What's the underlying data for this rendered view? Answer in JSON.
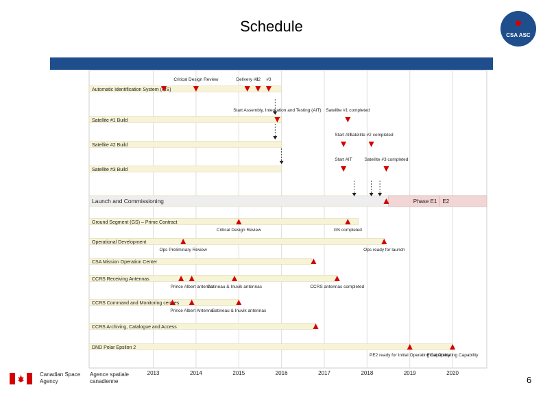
{
  "slide": {
    "title": "Schedule",
    "page_number": "6",
    "agency_en": "Canadian Space Agency",
    "agency_fr": "Agence spatiale canadienne",
    "logo_text": "CSA ASC",
    "colors": {
      "band": "#1f4e8c",
      "bar": "#f7f3d6",
      "bar_highlight": "#eeeeee",
      "phase_e": "#f2d6d6",
      "milestone": "#d40000",
      "arrow": "#222222"
    }
  },
  "chart_data": {
    "type": "gantt",
    "title": "",
    "x_axis": {
      "ticks": [
        "2013",
        "2014",
        "2015",
        "2016",
        "2017",
        "2018",
        "2019",
        "2020"
      ],
      "range": [
        2013.0,
        2020.8
      ]
    },
    "rows": [
      {
        "label": "Automatic Identification System (AIS)",
        "start": 2011.5,
        "end": 2016.0,
        "style": "normal"
      },
      {
        "label": "Satellite #1 Build",
        "start": 2011.5,
        "end": 2016.0,
        "style": "normal"
      },
      {
        "label": "Satellite #2 Build",
        "start": 2011.5,
        "end": 2016.0,
        "style": "normal"
      },
      {
        "label": "Satellite #3 Build",
        "start": 2011.5,
        "end": 2016.0,
        "style": "normal"
      },
      {
        "label": "Launch and Commissioning",
        "start": 2011.5,
        "end": 2020.8,
        "style": "highlight",
        "phases": [
          {
            "label": "Phase E1",
            "start": 2018.5,
            "end": 2019.7
          },
          {
            "label": "E2",
            "start": 2019.7,
            "end": 2020.8
          }
        ]
      },
      {
        "label": "Ground Segment (GS) – Prime Contract",
        "start": 2011.5,
        "end": 2017.8,
        "style": "normal"
      },
      {
        "label": "Operational Development",
        "start": 2011.5,
        "end": 2018.4,
        "style": "normal"
      },
      {
        "label": "CSA Mission Operation Center",
        "start": 2011.5,
        "end": 2016.7,
        "style": "normal"
      },
      {
        "label": "CCRS Receiving Antennas",
        "start": 2011.5,
        "end": 2017.3,
        "style": "normal"
      },
      {
        "label": "CCRS Command and Monitoring centres",
        "start": 2011.5,
        "end": 2015.0,
        "style": "normal"
      },
      {
        "label": "CCRS Archiving, Catalogue and Access",
        "start": 2011.5,
        "end": 2016.8,
        "style": "normal"
      },
      {
        "label": "DND Polar Epsilon 2",
        "start": 2011.5,
        "end": 2020.0,
        "style": "normal"
      }
    ],
    "milestones": [
      {
        "label": "Critical Design Review",
        "row": 0,
        "x": 2014.0
      },
      {
        "label": "Delivery #1",
        "row": 0,
        "x": 2015.2
      },
      {
        "label": "#2",
        "row": 0,
        "x": 2015.45
      },
      {
        "label": "#3",
        "row": 0,
        "x": 2015.7
      },
      {
        "label": "",
        "row": 0,
        "x": 2013.25
      },
      {
        "label": "Start Assembly, Integration and Testing (AIT)",
        "row": 1,
        "x": 2015.9
      },
      {
        "label": "Satellite #1 completed",
        "row": 1,
        "x": 2017.55
      },
      {
        "label": "Start AIT",
        "row": 2,
        "x": 2017.45
      },
      {
        "label": "Satellite #2 completed",
        "row": 2,
        "x": 2018.1
      },
      {
        "label": "Start AIT",
        "row": 3,
        "x": 2017.45
      },
      {
        "label": "Satellite #3 completed",
        "row": 3,
        "x": 2018.45
      },
      {
        "label": "",
        "row": 4,
        "x": 2018.45
      },
      {
        "label": "Critical Design Review",
        "row": 5,
        "x": 2015.0
      },
      {
        "label": "GS completed",
        "row": 5,
        "x": 2017.55
      },
      {
        "label": "Ops Preliminary Review",
        "row": 6,
        "x": 2013.7
      },
      {
        "label": "Ops ready for launch",
        "row": 6,
        "x": 2018.4
      },
      {
        "label": "",
        "row": 7,
        "x": 2016.75
      },
      {
        "label": "Prince Albert antenna",
        "row": 8,
        "x": 2013.9
      },
      {
        "label": "Gatineau & Inuvik antennas",
        "row": 8,
        "x": 2014.9
      },
      {
        "label": "CCRS antennas completed",
        "row": 8,
        "x": 2017.3
      },
      {
        "label": "",
        "row": 8,
        "x": 2013.65
      },
      {
        "label": "Prince Albert Antenna",
        "row": 9,
        "x": 2013.9
      },
      {
        "label": "Gatineau & Inuvik antennas",
        "row": 9,
        "x": 2015.0
      },
      {
        "label": "",
        "row": 9,
        "x": 2013.45
      },
      {
        "label": "",
        "row": 10,
        "x": 2016.8
      },
      {
        "label": "PE2 ready for Initial Operating Capability",
        "row": 11,
        "x": 2019.0
      },
      {
        "label": "Final Operating Capability",
        "row": 11,
        "x": 2020.0
      }
    ],
    "arrows": [
      {
        "row": 1,
        "x": 2015.85
      },
      {
        "row": 2,
        "x": 2015.85
      },
      {
        "row": 3,
        "x": 2016.0
      },
      {
        "row": 4,
        "x": 2017.7
      },
      {
        "row": 4,
        "x": 2018.1
      },
      {
        "row": 4,
        "x": 2018.3
      }
    ]
  }
}
